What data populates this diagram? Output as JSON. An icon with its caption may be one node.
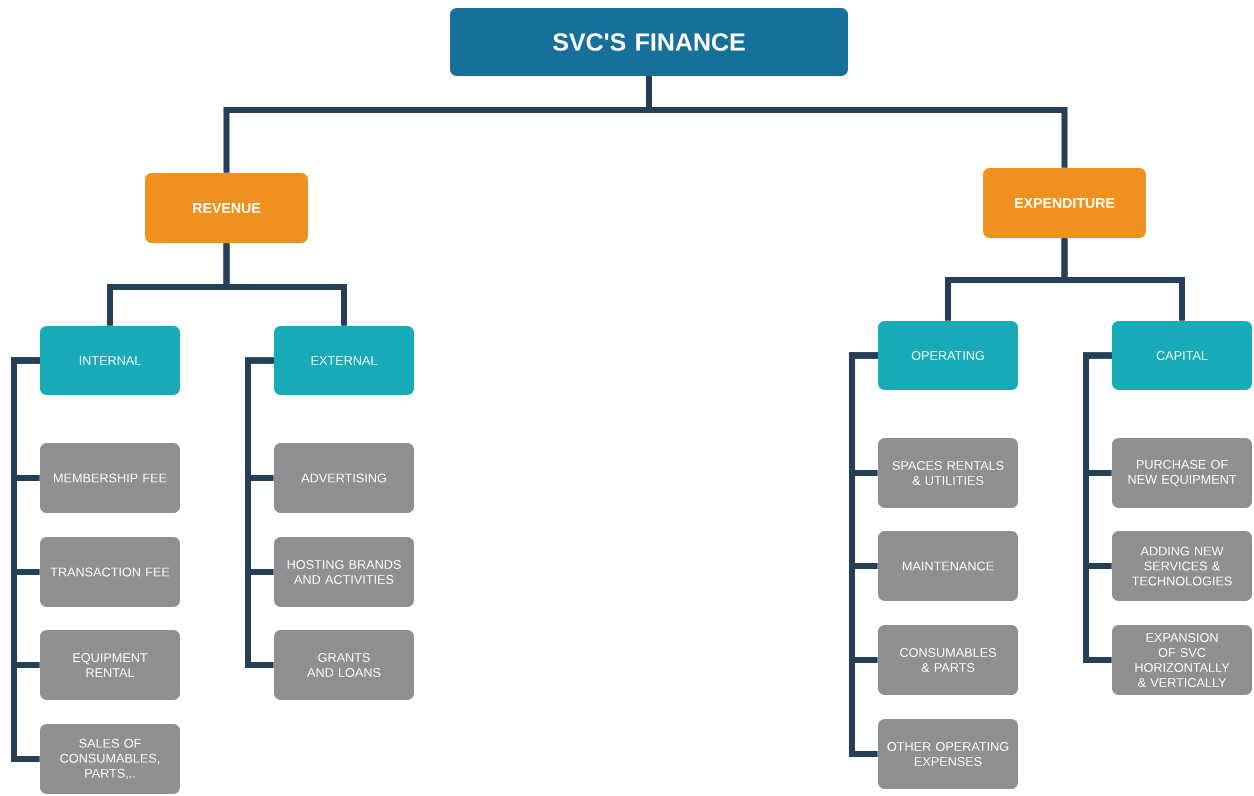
{
  "diagram": {
    "nodes": [
      {
        "text": [
          "SVC'S FINANCE"
        ]
      },
      {
        "text": [
          "REVENUE"
        ]
      },
      {
        "text": [
          "EXPENDITURE"
        ]
      },
      {
        "text": [
          "INTERNAL"
        ]
      },
      {
        "text": [
          "EXTERNAL"
        ]
      },
      {
        "text": [
          "OPERATING"
        ]
      },
      {
        "text": [
          "CAPITAL"
        ]
      },
      {
        "text": [
          "MEMBERSHIP FEE"
        ]
      },
      {
        "text": [
          "TRANSACTION FEE"
        ]
      },
      {
        "text": [
          "EQUIPMENT RENTAL"
        ]
      },
      {
        "text": [
          "SALES OF CONSUMABLES, PARTS,.."
        ]
      },
      {
        "text": [
          "ADVERTISING"
        ]
      },
      {
        "text": [
          "HOSTING BRANDS AND ACTIVITIES"
        ]
      },
      {
        "text": [
          "GRANTS AND LOANS"
        ]
      },
      {
        "text": [
          "SPACES RENTALS & UTILITIES"
        ]
      },
      {
        "text": [
          "MAINTENANCE"
        ]
      },
      {
        "text": [
          "CONSUMABLES & PARTS"
        ]
      },
      {
        "text": [
          "OTHER OPERATING EXPENSES"
        ]
      },
      {
        "text": [
          "PURCHASE OF NEW EQUIPMENT"
        ]
      },
      {
        "text": [
          "ADDING NEW SERVICES & TECHNOLOGIES"
        ]
      },
      {
        "text": [
          "EXPANSION OF SVC HORIZONTALLY & VERTICALLY"
        ]
      }
    ],
    "edges": [
      {
        "from": 0,
        "to": 1,
        "arrow": "none"
      },
      {
        "from": 0,
        "to": 2,
        "arrow": "none"
      },
      {
        "from": 1,
        "to": 3,
        "arrow": "none"
      },
      {
        "from": 1,
        "to": 4,
        "arrow": "none"
      },
      {
        "from": 2,
        "to": 5,
        "arrow": "none"
      },
      {
        "from": 2,
        "to": 6,
        "arrow": "none"
      },
      {
        "from": 3,
        "to": 7,
        "arrow": "none"
      },
      {
        "from": 3,
        "to": 8,
        "arrow": "none"
      },
      {
        "from": 3,
        "to": 9,
        "arrow": "none"
      },
      {
        "from": 3,
        "to": 10,
        "arrow": "none"
      },
      {
        "from": 4,
        "to": 11,
        "arrow": "none"
      },
      {
        "from": 4,
        "to": 12,
        "arrow": "none"
      },
      {
        "from": 4,
        "to": 13,
        "arrow": "none"
      },
      {
        "from": 5,
        "to": 14,
        "arrow": "none"
      },
      {
        "from": 5,
        "to": 15,
        "arrow": "none"
      },
      {
        "from": 5,
        "to": 16,
        "arrow": "none"
      },
      {
        "from": 5,
        "to": 17,
        "arrow": "none"
      },
      {
        "from": 6,
        "to": 18,
        "arrow": "none"
      },
      {
        "from": 6,
        "to": 19,
        "arrow": "none"
      },
      {
        "from": 6,
        "to": 20,
        "arrow": "none"
      }
    ]
  }
}
